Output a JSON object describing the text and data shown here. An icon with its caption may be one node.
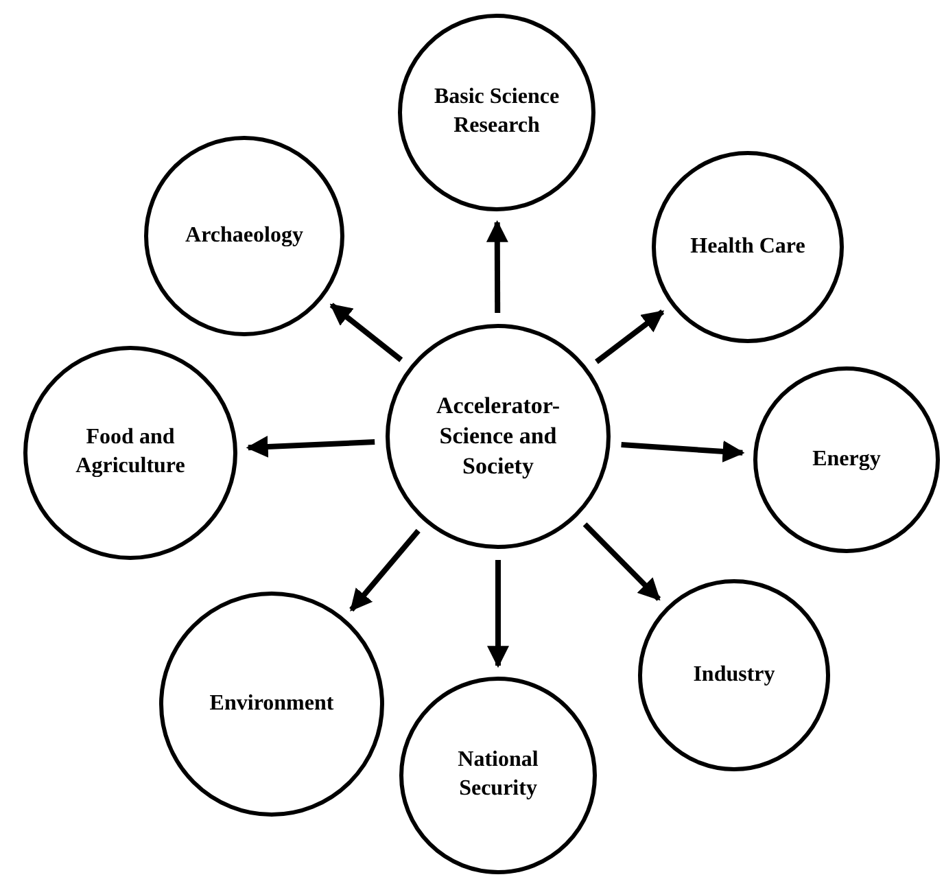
{
  "diagram": {
    "nodes": [
      {
        "text": [
          "Basic Science Research"
        ]
      },
      {
        "text": [
          "Archaeology"
        ]
      },
      {
        "text": [
          "Health Care"
        ]
      },
      {
        "text": [
          "Accelerator- Science and Society"
        ]
      },
      {
        "text": [
          "Food and Agriculture"
        ]
      },
      {
        "text": [
          "Energy"
        ]
      },
      {
        "text": [
          "Industry"
        ]
      },
      {
        "text": [
          "Environment"
        ]
      },
      {
        "text": [
          "National Security"
        ]
      }
    ],
    "edges": [
      {
        "from": 3,
        "to": 0,
        "arrow": "to"
      },
      {
        "from": 3,
        "to": 1,
        "arrow": "to"
      },
      {
        "from": 3,
        "to": 2,
        "arrow": "to"
      },
      {
        "from": 3,
        "to": 4,
        "arrow": "to"
      },
      {
        "from": 3,
        "to": 5,
        "arrow": "to"
      },
      {
        "from": 3,
        "to": 6,
        "arrow": "to"
      },
      {
        "from": 3,
        "to": 7,
        "arrow": "to"
      },
      {
        "from": 3,
        "to": 8,
        "arrow": "to"
      }
    ]
  }
}
